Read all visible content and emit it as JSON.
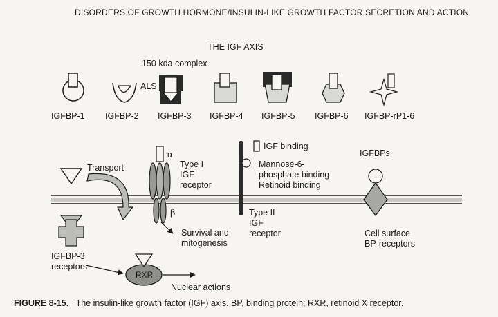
{
  "header": "DISORDERS OF GROWTH HORMONE/INSULIN-LIKE GROWTH FACTOR SECRETION AND ACTION",
  "title": "THE IGF AXIS",
  "complex_label": "150 kda complex",
  "als_label": "ALS",
  "binding_proteins": [
    "IGFBP-1",
    "IGFBP-2",
    "IGFBP-3",
    "IGFBP-4",
    "IGFBP-5",
    "IGFBP-6",
    "IGFBP-rP1-6"
  ],
  "membrane": {
    "transport": "Transport",
    "alpha": "α",
    "beta": "β",
    "type1_line1": "Type I",
    "type1_line2": "IGF",
    "type1_line3": "receptor",
    "survival_line1": "Survival and",
    "survival_line2": "mitogenesis",
    "igf_binding": "IGF binding",
    "m6p_line1": "Mannose-6-",
    "m6p_line2": "phosphate binding",
    "retinoid": "Retinoid binding",
    "type2_line1": "Type II",
    "type2_line2": "IGF",
    "type2_line3": "receptor",
    "igfbps": "IGFBPs",
    "cell_surface_line1": "Cell surface",
    "cell_surface_line2": "BP-receptors",
    "igfbp3_rec_line1": "IGFBP-3",
    "igfbp3_rec_line2": "receptors",
    "rxr": "RXR",
    "nuclear": "Nuclear actions"
  },
  "caption": {
    "label": "FIGURE 8-15.",
    "text": "The insulin-like growth factor (IGF) axis. BP, binding protein; RXR, retinoid X receptor."
  }
}
